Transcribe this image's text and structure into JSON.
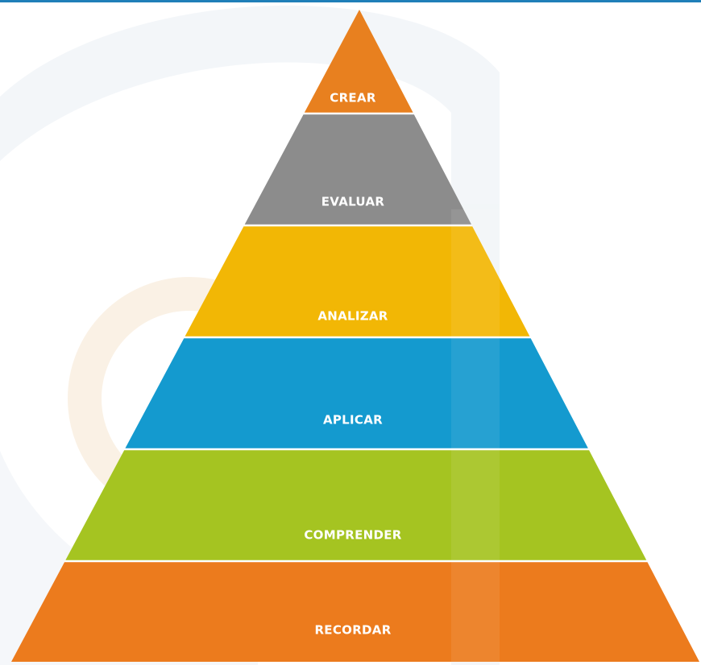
{
  "pyramid": {
    "levels": [
      {
        "label": "CREAR",
        "color": "#E8801F"
      },
      {
        "label": "EVALUAR",
        "color": "#8C8C8C"
      },
      {
        "label": "ANALIZAR",
        "color": "#F2B705"
      },
      {
        "label": "APLICAR",
        "color": "#149ACF"
      },
      {
        "label": "COMPRENDER",
        "color": "#A5C421"
      },
      {
        "label": "RECORDAR",
        "color": "#EC7B1D"
      }
    ]
  },
  "watermark": {
    "text": "ed",
    "color": "#E3ECF3"
  }
}
